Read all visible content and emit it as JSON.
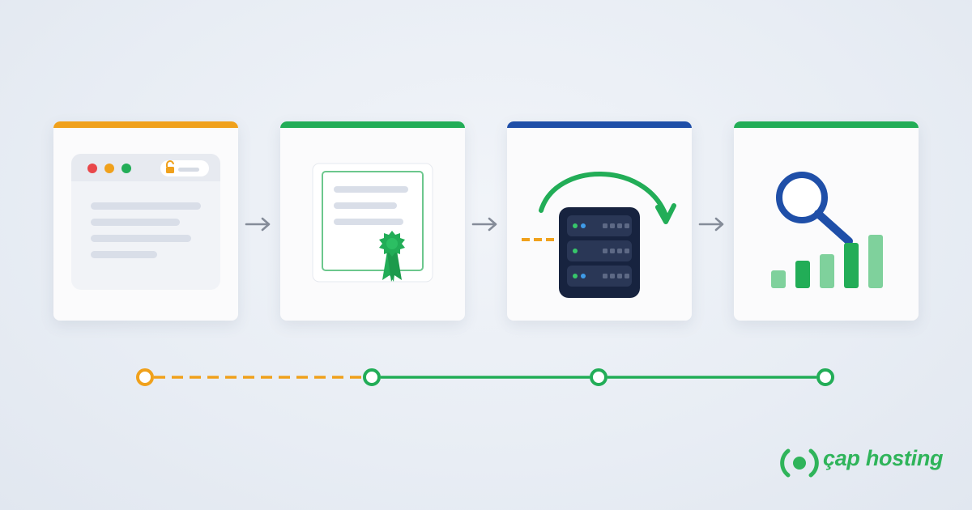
{
  "steps": [
    {
      "id": "browser",
      "accent": "#f0a11c",
      "icon": "browser-window-unlocked-icon"
    },
    {
      "id": "certificate",
      "accent": "#22ad57",
      "icon": "ssl-certificate-icon"
    },
    {
      "id": "server",
      "accent": "#1f4fa8",
      "icon": "server-redirect-icon"
    },
    {
      "id": "seo",
      "accent": "#22ad57",
      "icon": "search-ranking-icon"
    }
  ],
  "timeline": {
    "colors": {
      "pending": "#f0a11c",
      "done": "#22ad57"
    }
  },
  "brand": {
    "name": "çap hosting",
    "color": "#2fb45a"
  }
}
